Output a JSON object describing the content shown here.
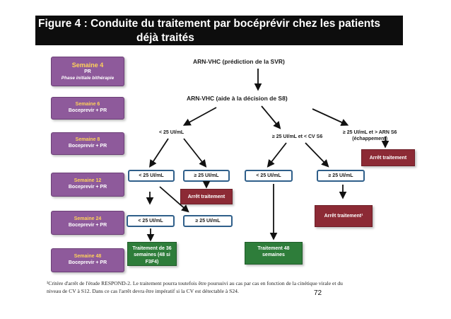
{
  "title": {
    "line1": "Figure 4 : Conduite du traitement par bocéprévir chez les patients",
    "line2": "déjà traités"
  },
  "weeks": [
    {
      "week": "Semaine 4",
      "line2": "PR",
      "line3": "Phase initiale bithérapie"
    },
    {
      "week": "Semaine 6",
      "line2": "Boceprevir + PR"
    },
    {
      "week": "Semaine 8",
      "line2": "Boceprevir + PR"
    },
    {
      "week": "Semaine 12",
      "line2": "Boceprevir + PR"
    },
    {
      "week": "Semaine 24",
      "line2": "Boceprevir + PR"
    },
    {
      "week": "Semaine 48",
      "line2": "Boceprevir + PR"
    }
  ],
  "flow": {
    "head1": "ARN-VHC (prédiction de la SVR)",
    "head2": "ARN-VHC (aide à la décision de S8)",
    "branch_left": "< 25 UI/mL",
    "branch_mid": "≥ 25 UI/mL et < CV S6",
    "branch_right_l1": "≥ 25 UI/mL et > ARN S6",
    "branch_right_l2": "(échappement)",
    "s12_lt": "< 25 UI/mL",
    "s12_ge": "≥ 25 UI/mL",
    "s24_lt": "< 25 UI/mL",
    "s24_ge": "≥ 25 UI/mL",
    "mid_lt": "< 25 UI/mL",
    "mid_ge": "≥ 25 UI/mL",
    "stop": "Arrêt traitement",
    "stop_footnote": "Arrêt traitement¹",
    "treat36_l1": "Traitement de 36",
    "treat36_l2": "semaines (48 si F3F4)",
    "treat48_l1": "Traitement 48",
    "treat48_l2": "semaines"
  },
  "footnote": {
    "line1": "¹Critère d'arrêt de l'étude RESPOND-2. Le traitement pourra toutefois être poursuivi au cas par cas en fonction de la cinétique virale et du",
    "line2": "niveau de CV à S12. Dans ce cas l'arrêt devra être impératif si la CV est détectable à S24."
  },
  "page_number": "72",
  "colors": {
    "week_box": "#8e5a9b",
    "week_label": "#ffd25a",
    "result_box_border": "#2f5f8a",
    "stop_box": "#8c2a35",
    "treatment_box": "#2e7d3a"
  }
}
